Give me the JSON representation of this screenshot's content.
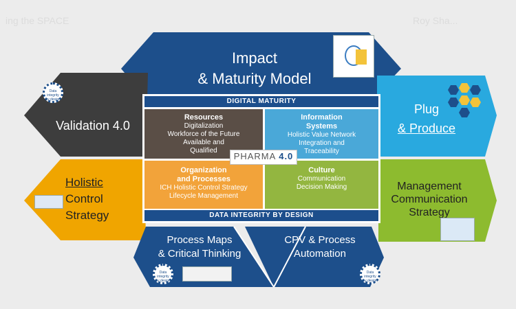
{
  "background_hints": {
    "left": "ing the SPACE",
    "right": "Roy Sha..."
  },
  "colors": {
    "navy": "#1d4f8b",
    "dark_gray": "#3d3d3d",
    "sky": "#29a9df",
    "orange": "#f0a500",
    "green": "#8dbb2f",
    "brown": "#5a4e46",
    "light_blue": "#4aa8d8",
    "amber": "#f2a33a",
    "olive": "#93b640"
  },
  "hexagons": {
    "top": {
      "line1": "Impact",
      "line2": "& Maturity Model"
    },
    "upper_left": {
      "label": "Validation 4.0"
    },
    "upper_right": {
      "line1": "Plug",
      "line2": "& Produce"
    },
    "lower_left": {
      "line1": "Holistic",
      "line2": "Control",
      "line3": "Strategy"
    },
    "lower_right": {
      "line1": "Management",
      "line2": "Communication",
      "line3": "Strategy"
    },
    "bottom_left": {
      "line1": "Process Maps",
      "line2": "& Critical Thinking"
    },
    "bottom_right": {
      "line1": "CPV & Process",
      "line2": "Automation"
    }
  },
  "center": {
    "top_bar": "DIGITAL MATURITY",
    "bottom_bar": "DATA INTEGRITY BY DESIGN",
    "logo_text": "PHARMA",
    "logo_version": "4.0",
    "quadrants": {
      "resources": {
        "title": "Resources",
        "items": [
          "Digitalization",
          "Workforce of the Future",
          "Available and",
          "Qualified"
        ]
      },
      "information_systems": {
        "title_line1": "Information",
        "title_line2": "Systems",
        "items": [
          "Holistic Value Network",
          "Integration and",
          "Traceability"
        ]
      },
      "organization": {
        "title_line1": "Organization",
        "title_line2": "and Processes",
        "items": [
          "ICH Holistic Control Strategy",
          "Lifecycle Management"
        ]
      },
      "culture": {
        "title": "Culture",
        "items": [
          "Communication",
          "Decision Making"
        ]
      }
    }
  },
  "badges": {
    "text_line1": "Data integrity",
    "text_line2": "by design"
  }
}
